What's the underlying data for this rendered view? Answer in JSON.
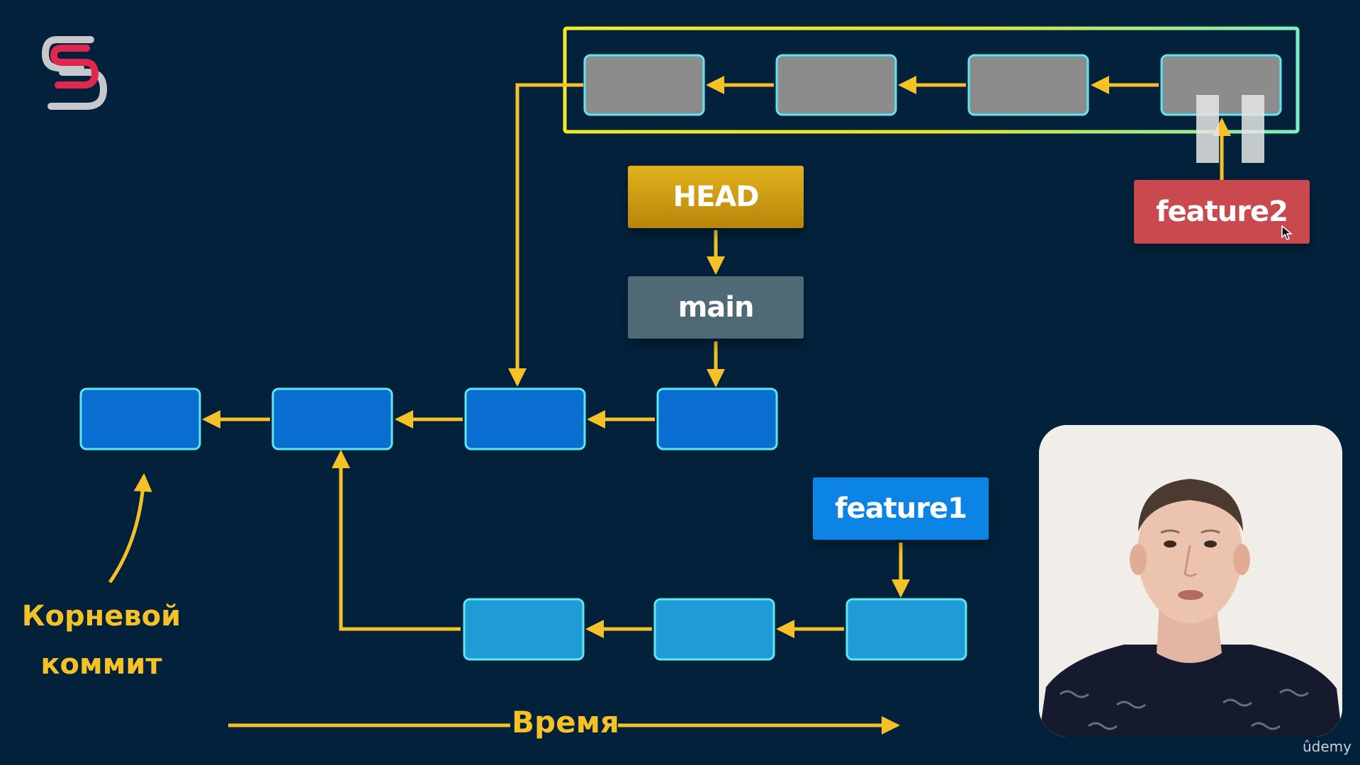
{
  "diagram": {
    "labels": {
      "head": "HEAD",
      "main": "main",
      "feature1": "feature1",
      "feature2": "feature2"
    },
    "annotations": {
      "root_commit_line1": "Корневой",
      "root_commit_line2": "коммит",
      "time": "Время"
    },
    "colors": {
      "background": "#03213a",
      "arrow": "#f4c127",
      "main_commit": "#0a6ed1",
      "feature1_commit": "#1f9bd6",
      "feature2_commit": "#8c8c8c",
      "commit_border": "#5ce8f2",
      "head": "#d9a514",
      "main_label": "#4f6a74",
      "feature1_label": "#0b84e6",
      "feature2_label": "#c9494f"
    }
  },
  "branding": {
    "logo": "s-logo-icon",
    "watermark": "ûdemy"
  },
  "player": {
    "state_icon": "pause-icon"
  }
}
